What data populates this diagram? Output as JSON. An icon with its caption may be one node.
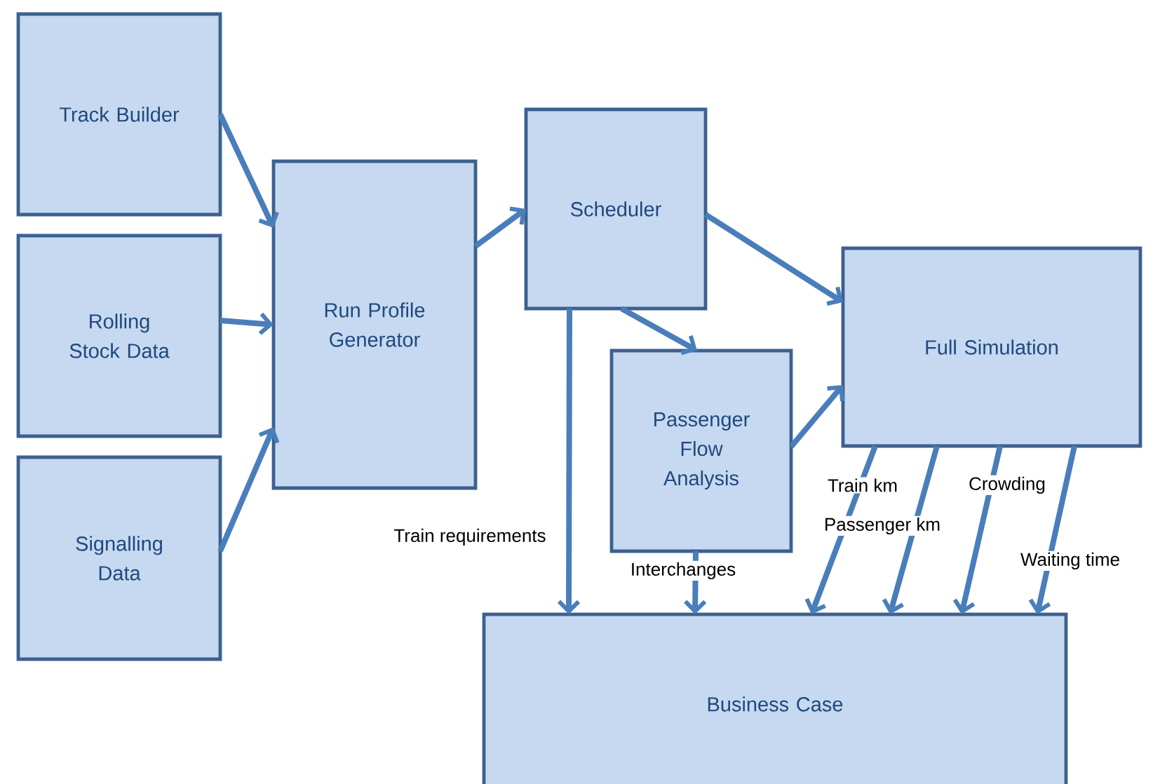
{
  "diagram": {
    "nodes": [
      {
        "text": [
          "Track Builder"
        ]
      },
      {
        "text": [
          "Rolling Stock Data"
        ]
      },
      {
        "text": [
          "Signalling Data"
        ]
      },
      {
        "text": [
          "Run Profile Generator"
        ]
      },
      {
        "text": [
          "Scheduler"
        ]
      },
      {
        "text": [
          "Passenger Flow Analysis"
        ]
      },
      {
        "text": [
          "Full Simulation"
        ]
      },
      {
        "text": [
          "Business Case"
        ]
      }
    ],
    "edges": [
      {
        "from": 0,
        "to": 3,
        "arrow": "to"
      },
      {
        "from": 1,
        "to": 3,
        "arrow": "to"
      },
      {
        "from": 2,
        "to": 3,
        "arrow": "to"
      },
      {
        "from": 3,
        "to": 4,
        "arrow": "to"
      },
      {
        "from": 4,
        "to": 6,
        "arrow": "to"
      },
      {
        "from": 4,
        "to": 5,
        "arrow": "to"
      },
      {
        "from": 5,
        "to": 6,
        "arrow": "to"
      },
      {
        "from": 4,
        "to": 7,
        "arrow": "to",
        "label": "Train requirements"
      },
      {
        "from": 5,
        "to": 7,
        "arrow": "to",
        "label": "Interchanges"
      },
      {
        "from": 6,
        "to": 7,
        "arrow": "to",
        "label": "Train km"
      },
      {
        "from": 6,
        "to": 7,
        "arrow": "to",
        "label": "Passenger km"
      },
      {
        "from": 6,
        "to": 7,
        "arrow": "to",
        "label": "Crowding"
      },
      {
        "from": 6,
        "to": 7,
        "arrow": "to",
        "label": "Waiting time"
      }
    ]
  }
}
